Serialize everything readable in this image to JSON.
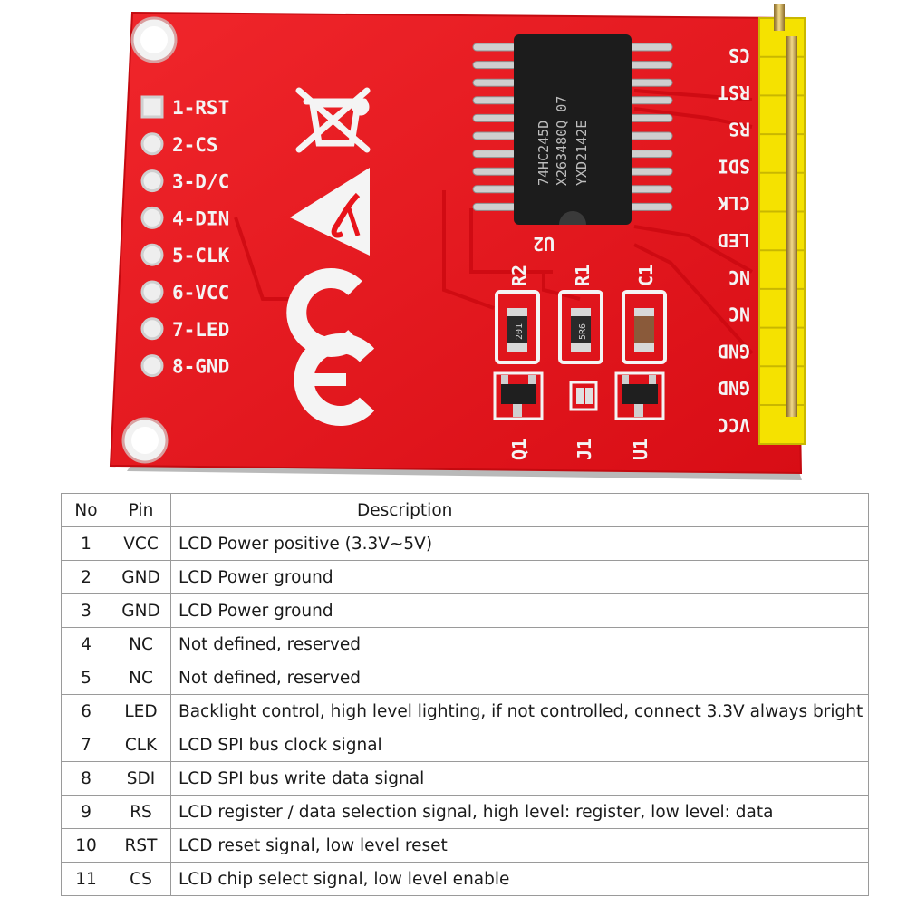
{
  "board": {
    "left_pins": [
      "1-RST",
      "2-CS",
      "3-D/C",
      "4-DIN",
      "5-CLK",
      "6-VCC",
      "7-LED",
      "8-GND"
    ],
    "right_pins": [
      "CS",
      "RST",
      "RS",
      "SDI",
      "CLK",
      "LED",
      "NC",
      "NC",
      "GND",
      "GND",
      "VCC"
    ],
    "chip_lines": [
      "74HC245D",
      "X263480Q 07",
      "YXD2142E"
    ],
    "chip_ref": "U2",
    "component_labels": {
      "r2": "R2",
      "r1": "R1",
      "c1": "C1",
      "q1": "Q1",
      "j1": "J1",
      "u1": "U1"
    },
    "resistor_codes": {
      "r2": "201",
      "r1": "5R6"
    },
    "colors": {
      "pcb": "#e8141b",
      "header": "#f5e200",
      "silkscreen": "#f4f4f4",
      "chip": "#1c1c1c"
    },
    "icons": [
      "no-trash-icon",
      "esd-warning-icon",
      "ce-mark-icon"
    ]
  },
  "table": {
    "headers": {
      "no": "No",
      "pin": "Pin",
      "description": "Description"
    },
    "rows": [
      {
        "no": "1",
        "pin": "VCC",
        "description": "LCD Power positive (3.3V~5V)"
      },
      {
        "no": "2",
        "pin": "GND",
        "description": "LCD Power ground"
      },
      {
        "no": "3",
        "pin": "GND",
        "description": "LCD Power ground"
      },
      {
        "no": "4",
        "pin": "NC",
        "description": "Not defined, reserved"
      },
      {
        "no": "5",
        "pin": "NC",
        "description": "Not defined, reserved"
      },
      {
        "no": "6",
        "pin": "LED",
        "description": "Backlight control, high level lighting, if not controlled, connect 3.3V always bright"
      },
      {
        "no": "7",
        "pin": "CLK",
        "description": "LCD SPI bus clock signal"
      },
      {
        "no": "8",
        "pin": "SDI",
        "description": "LCD SPI bus write data signal"
      },
      {
        "no": "9",
        "pin": "RS",
        "description": "LCD register / data selection signal,  high level: register, low level: data"
      },
      {
        "no": "10",
        "pin": "RST",
        "description": "LCD reset signal, low level reset"
      },
      {
        "no": "11",
        "pin": "CS",
        "description": "LCD chip select signal, low level enable"
      }
    ]
  }
}
